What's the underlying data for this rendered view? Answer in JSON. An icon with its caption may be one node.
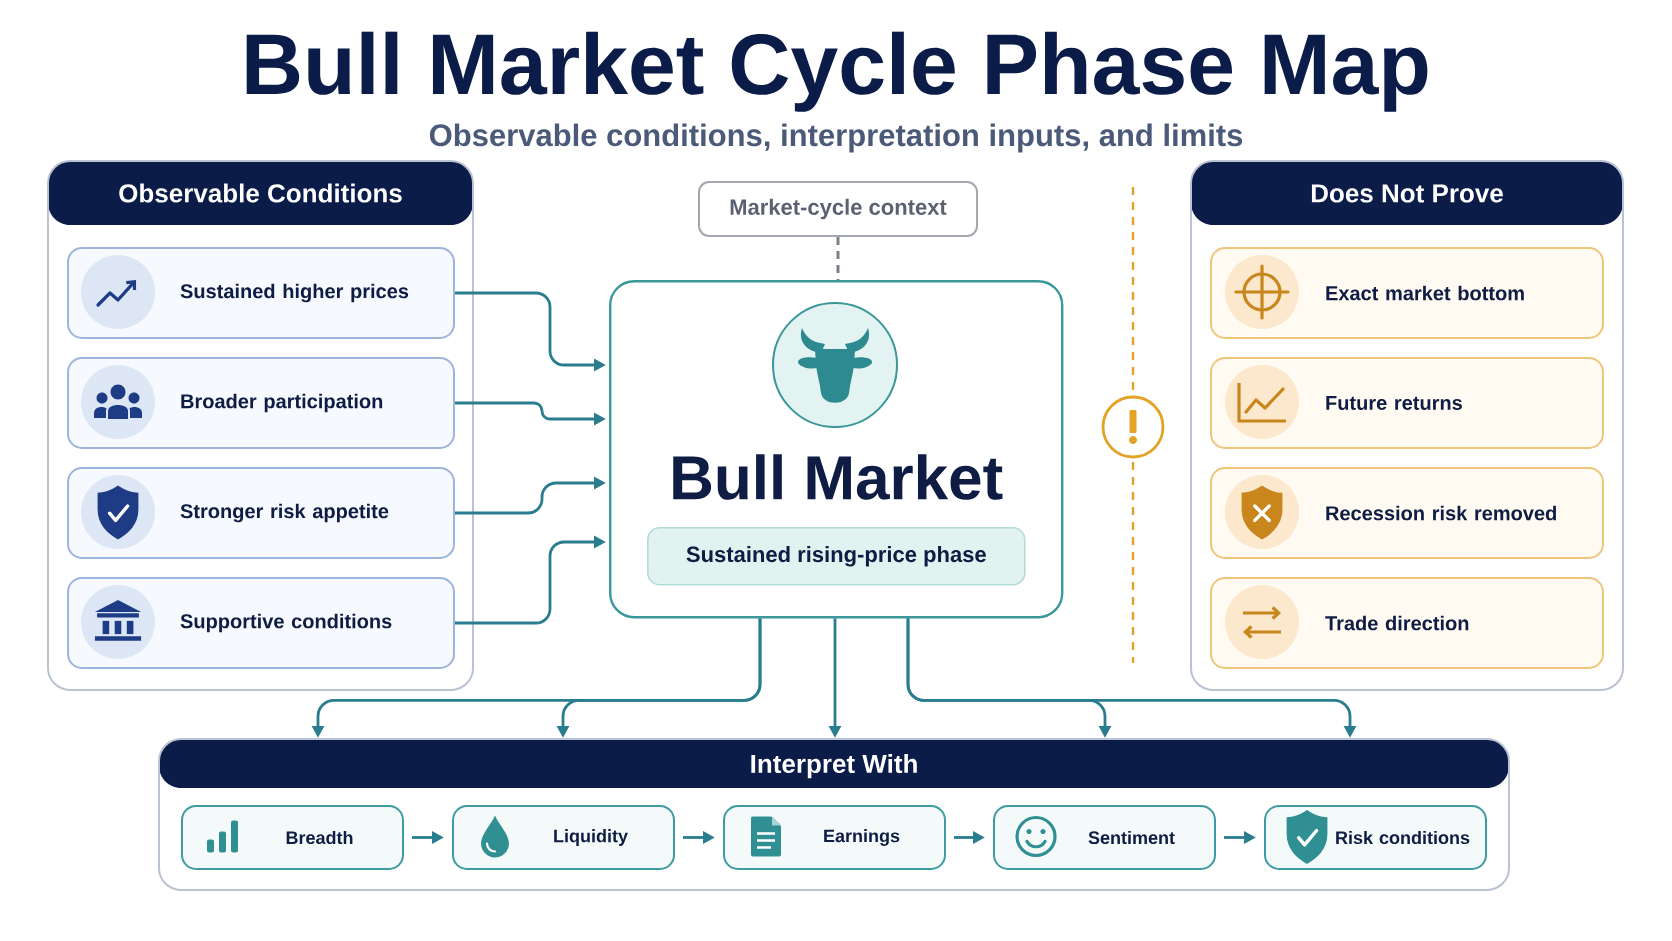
{
  "diagram": {
    "title": "Bull Market Cycle Phase Map",
    "nodes": [
      {
        "text": [
          "Observable Conditions"
        ]
      },
      {
        "text": [
          "Sustained higher prices"
        ],
        "in": 0
      },
      {
        "text": [
          "Broader participation"
        ],
        "in": 0
      },
      {
        "text": [
          "Stronger risk appetite"
        ],
        "in": 0
      },
      {
        "text": [
          "Supportive conditions"
        ],
        "in": 0
      },
      {
        "text": [
          "Market-cycle context"
        ]
      },
      {
        "text": [
          "Bull Market"
        ]
      },
      {
        "text": [
          "Sustained rising-price phase"
        ],
        "in": 6
      },
      {
        "text": [
          "Does Not Prove"
        ]
      },
      {
        "text": [
          "Exact market bottom"
        ],
        "in": 8
      },
      {
        "text": [
          "Future returns"
        ],
        "in": 8
      },
      {
        "text": [
          "Recession risk removed"
        ],
        "in": 8
      },
      {
        "text": [
          "Trade direction"
        ],
        "in": 8
      },
      {
        "text": [
          "Interpret With"
        ]
      },
      {
        "text": [
          "Breadth"
        ],
        "in": 13
      },
      {
        "text": [
          "Liquidity"
        ],
        "in": 13
      },
      {
        "text": [
          "Earnings"
        ],
        "in": 13
      },
      {
        "text": [
          "Sentiment"
        ],
        "in": 13
      },
      {
        "text": [
          "Risk conditions"
        ],
        "in": 13
      }
    ],
    "edges": [
      {
        "from": 1,
        "to": 6,
        "arrow": "to"
      },
      {
        "from": 2,
        "to": 6,
        "arrow": "to"
      },
      {
        "from": 3,
        "to": 6,
        "arrow": "to"
      },
      {
        "from": 4,
        "to": 6,
        "arrow": "to"
      },
      {
        "from": 5,
        "to": 6,
        "arrow": "none",
        "style": "dashed",
        "color": "#7a8089"
      },
      {
        "from": 6,
        "to": 13,
        "arrow": "to"
      },
      {
        "from": 6,
        "to": 13,
        "arrow": "to"
      },
      {
        "from": 6,
        "to": 13,
        "arrow": "to"
      },
      {
        "from": 6,
        "to": 13,
        "arrow": "to"
      },
      {
        "from": 6,
        "to": 13,
        "arrow": "to"
      },
      {
        "from": 14,
        "to": 15,
        "arrow": "to"
      },
      {
        "from": 15,
        "to": 16,
        "arrow": "to"
      },
      {
        "from": 16,
        "to": 17,
        "arrow": "to"
      },
      {
        "from": 17,
        "to": 18,
        "arrow": "to"
      }
    ],
    "labels": [
      "Observable conditions, interpretation inputs, and limits"
    ]
  }
}
